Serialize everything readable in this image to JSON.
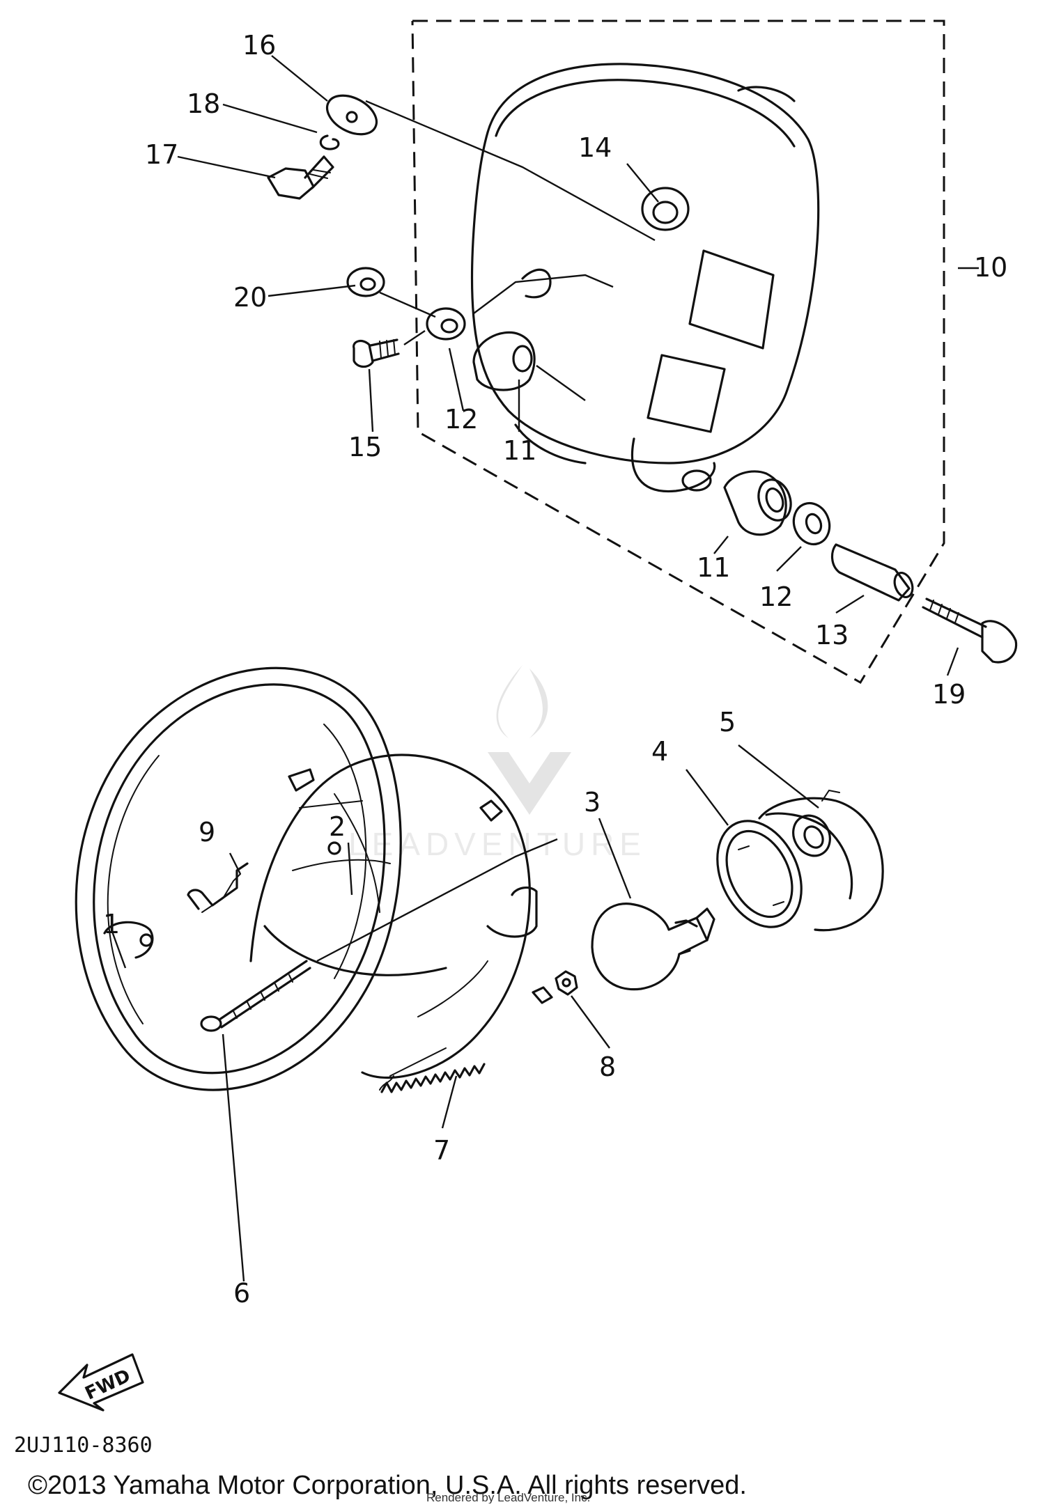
{
  "diagram": {
    "callouts": [
      "1",
      "2",
      "3",
      "4",
      "5",
      "6",
      "7",
      "8",
      "9",
      "10",
      "11",
      "11",
      "12",
      "12",
      "13",
      "14",
      "15",
      "16",
      "17",
      "18",
      "19",
      "20"
    ],
    "fwd_label": "FWD",
    "diagram_code": "2UJ110-8360",
    "copyright": "©2013 Yamaha Motor Corporation, U.S.A. All rights reserved.",
    "rendered_by": "Rendered by LeadVenture, Inc.",
    "watermark_text": "LEADVENTURE"
  }
}
